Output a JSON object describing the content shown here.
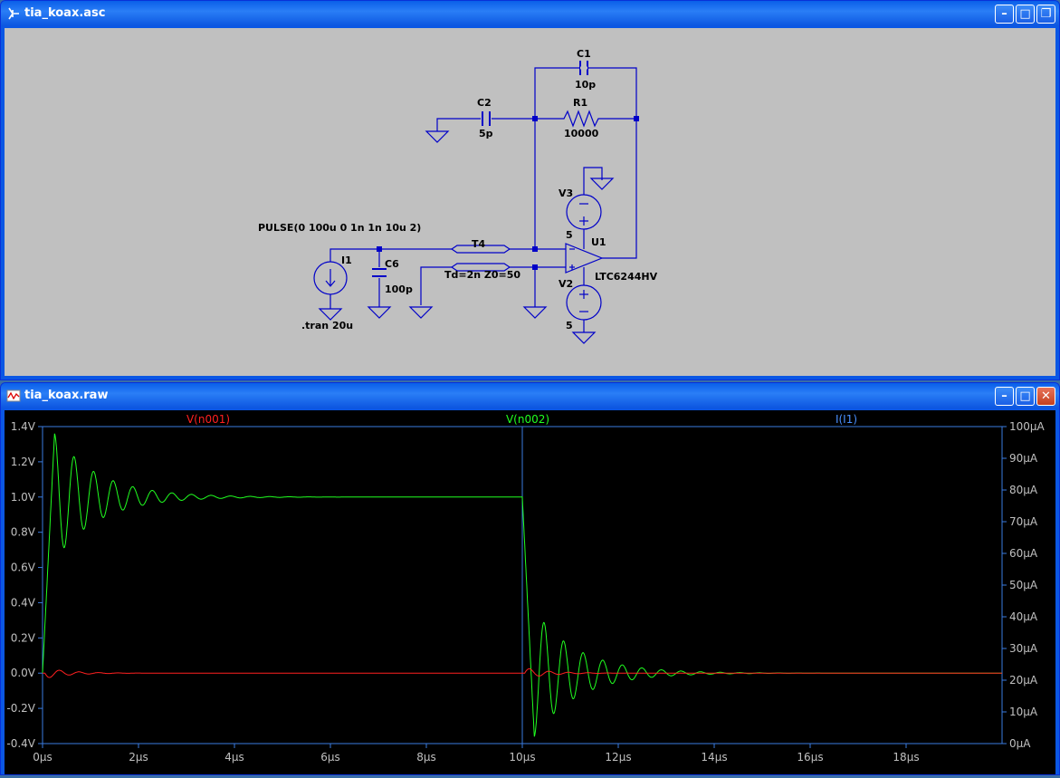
{
  "schematic_window": {
    "title": "tia_koax.asc",
    "components": {
      "c1_name": "C1",
      "c1_value": "10p",
      "c2_name": "C2",
      "c2_value": "5p",
      "r1_name": "R1",
      "r1_value": "10000",
      "v3_name": "V3",
      "v3_value": "5",
      "v2_name": "V2",
      "v2_value": "5",
      "u1_name": "U1",
      "u1_value": "LTC6244HV",
      "i1_name": "I1",
      "i1_value": "PULSE(0 100u 0 1n 1n 10u 2)",
      "c6_name": "C6",
      "c6_value": "100p",
      "t4_name": "T4",
      "t4_value": "Td=2n Z0=50",
      "directive": ".tran 20u"
    },
    "colors": {
      "background": "#c0c0c0",
      "wire": "#0000c8"
    }
  },
  "plot_window": {
    "title": "tia_koax.raw",
    "colors": {
      "background": "#000000",
      "grid_frame": "#3a7be0",
      "axis_text": "#c0c0c0"
    }
  },
  "chart_data": {
    "type": "line",
    "x_unit": "µs",
    "xlim": [
      0,
      20
    ],
    "x_ticks": [
      "0µs",
      "2µs",
      "4µs",
      "6µs",
      "8µs",
      "10µs",
      "12µs",
      "14µs",
      "16µs",
      "18µs"
    ],
    "y_left_ticks": [
      "1.4V",
      "1.2V",
      "1.0V",
      "0.8V",
      "0.6V",
      "0.4V",
      "0.2V",
      "0.0V",
      "-0.2V",
      "-0.4V"
    ],
    "y_left_lim": [
      -0.4,
      1.4
    ],
    "y_right_ticks": [
      "100µA",
      "90µA",
      "80µA",
      "70µA",
      "60µA",
      "50µA",
      "40µA",
      "30µA",
      "20µA",
      "10µA",
      "0µA"
    ],
    "y_right_lim": [
      0,
      100
    ],
    "series": [
      {
        "name": "V(n001)",
        "color": "#ff2020",
        "description_points": [
          [
            0,
            0
          ],
          [
            0.1,
            -0.03
          ],
          [
            0.3,
            0.03
          ],
          [
            0.5,
            -0.02
          ],
          [
            1,
            0.01
          ],
          [
            2,
            0
          ],
          [
            10,
            0
          ],
          [
            10.1,
            0.03
          ],
          [
            10.3,
            -0.03
          ],
          [
            11,
            0.01
          ],
          [
            12,
            0
          ],
          [
            20,
            0
          ]
        ]
      },
      {
        "name": "V(n002)",
        "color": "#20ff20",
        "description_points": [
          [
            0,
            0
          ],
          [
            0.25,
            1.36
          ],
          [
            0.45,
            0.65
          ],
          [
            0.65,
            1.28
          ],
          [
            0.85,
            0.76
          ],
          [
            1.05,
            1.18
          ],
          [
            2,
            1.03
          ],
          [
            3,
            1.0
          ],
          [
            10,
            1.0
          ],
          [
            10.25,
            -0.36
          ],
          [
            10.45,
            0.34
          ],
          [
            10.65,
            -0.28
          ],
          [
            10.85,
            0.23
          ],
          [
            11.5,
            0.05
          ],
          [
            13,
            0.01
          ],
          [
            16,
            0
          ],
          [
            20,
            0
          ]
        ]
      },
      {
        "name": "I(I1)",
        "color": "#4a90ff",
        "values_note": ""
      }
    ]
  }
}
